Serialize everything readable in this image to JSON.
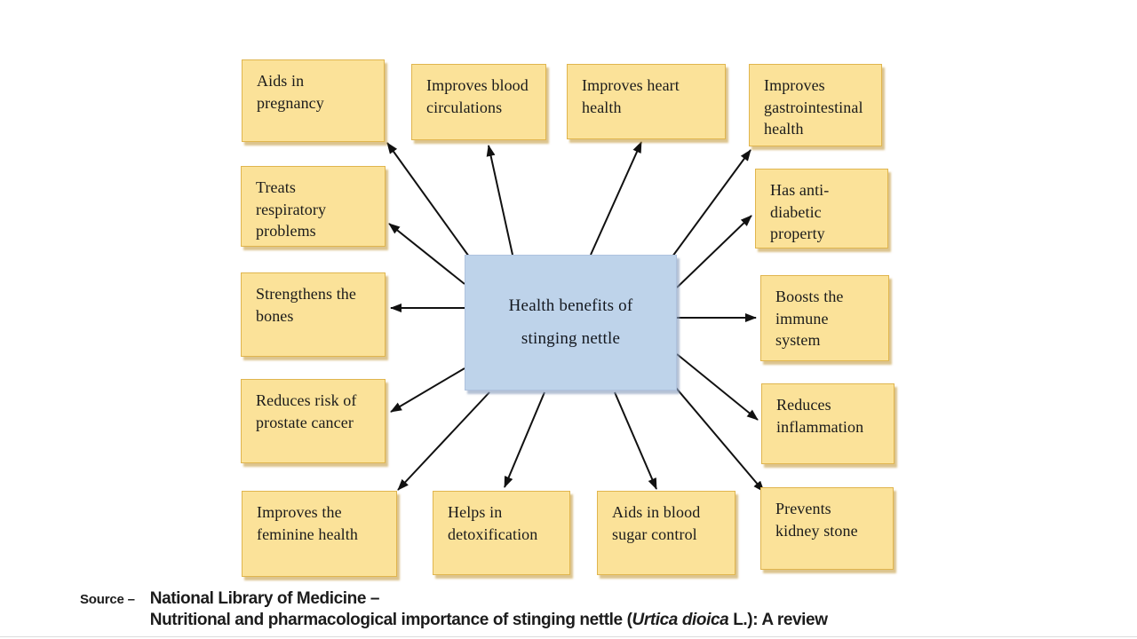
{
  "diagram": {
    "center": {
      "id": "center",
      "line1": "Health benefits of",
      "line2": "stinging nettle"
    },
    "nodes": [
      {
        "id": "aids-in-pregnancy",
        "label": "Aids in\npregnancy"
      },
      {
        "id": "improves-blood-circulations",
        "label": "Improves blood\ncirculations"
      },
      {
        "id": "improves-heart-health",
        "label": "Improves heart\nhealth"
      },
      {
        "id": "improves-gastrointestinal-health",
        "label": "Improves\ngastrointestinal\nhealth"
      },
      {
        "id": "treats-respiratory-problems",
        "label": "Treats\nrespiratory\nproblems"
      },
      {
        "id": "has-anti-diabetic-property",
        "label": "Has anti-\ndiabetic\nproperty"
      },
      {
        "id": "strengthens-the-bones",
        "label": "Strengthens the\nbones"
      },
      {
        "id": "boosts-the-immune-system",
        "label": "Boosts the\nimmune\nsystem"
      },
      {
        "id": "reduces-risk-of-prostate-cancer",
        "label": "Reduces risk of\nprostate cancer"
      },
      {
        "id": "reduces-inflammation",
        "label": "Reduces\ninflammation"
      },
      {
        "id": "improves-the-feminine-health",
        "label": "Improves the\nfeminine health"
      },
      {
        "id": "helps-in-detoxification",
        "label": "Helps in\ndetoxification"
      },
      {
        "id": "aids-in-blood-sugar-control",
        "label": "Aids in blood\nsugar control"
      },
      {
        "id": "prevents-kidney-stone",
        "label": "Prevents\nkidney stone"
      }
    ],
    "edges": [
      {
        "from": "center",
        "to": "aids-in-pregnancy"
      },
      {
        "from": "center",
        "to": "improves-blood-circulations"
      },
      {
        "from": "center",
        "to": "improves-heart-health"
      },
      {
        "from": "center",
        "to": "improves-gastrointestinal-health"
      },
      {
        "from": "center",
        "to": "treats-respiratory-problems"
      },
      {
        "from": "center",
        "to": "has-anti-diabetic-property"
      },
      {
        "from": "center",
        "to": "strengthens-the-bones"
      },
      {
        "from": "center",
        "to": "boosts-the-immune-system"
      },
      {
        "from": "center",
        "to": "reduces-risk-of-prostate-cancer"
      },
      {
        "from": "center",
        "to": "reduces-inflammation"
      },
      {
        "from": "center",
        "to": "improves-the-feminine-health"
      },
      {
        "from": "center",
        "to": "helps-in-detoxification"
      },
      {
        "from": "center",
        "to": "aids-in-blood-sugar-control"
      },
      {
        "from": "center",
        "to": "prevents-kidney-stone"
      }
    ]
  },
  "source": {
    "prefix": "Source –",
    "line1": "National Library of Medicine –",
    "line2_pre": "Nutritional and pharmacological importance of stinging nettle (",
    "line2_italic": "Urtica dioica",
    "line2_post": " L.): A review"
  },
  "colors": {
    "benefit_box_fill": "#FBE299",
    "benefit_box_border": "#E0B54E",
    "center_box_fill": "#BED3EA",
    "center_box_border": "#AEC2DE",
    "arrow": "#111111",
    "background": "#FFFFFF"
  }
}
